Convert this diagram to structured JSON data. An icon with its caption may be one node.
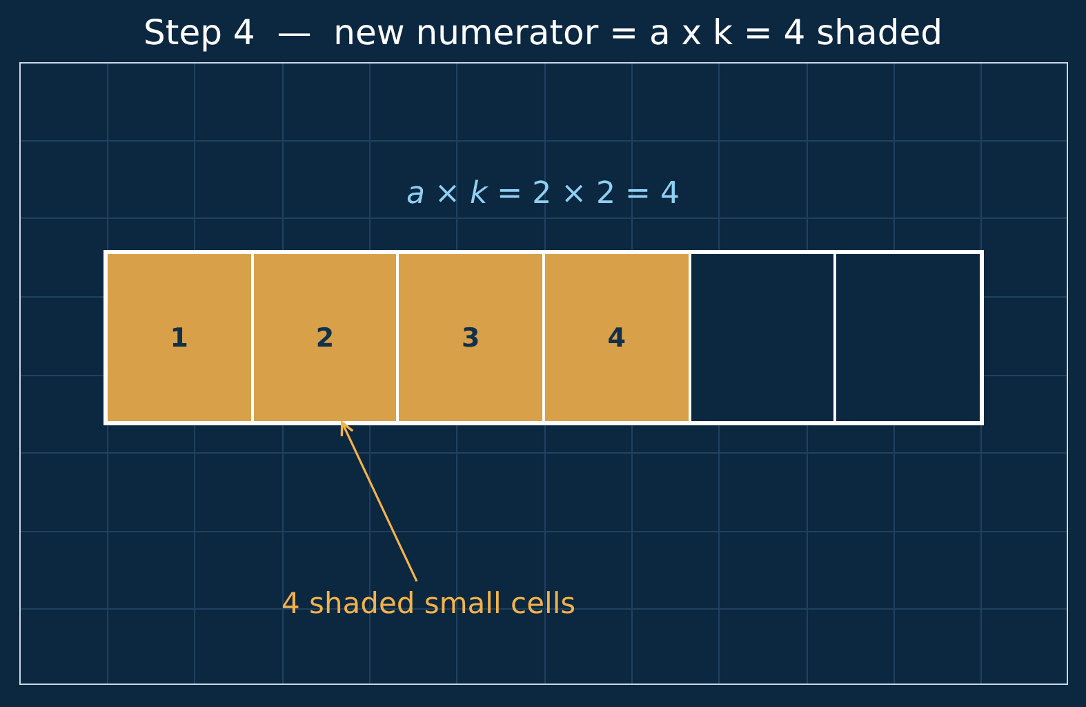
{
  "diagram": {
    "title": "Step 4  —  new numerator = a x k = 4 shaded",
    "nodes": [
      {
        "text": [
          "1"
        ]
      },
      {
        "text": [
          "2"
        ]
      },
      {
        "text": [
          "3"
        ]
      },
      {
        "text": [
          "4"
        ]
      },
      {
        "text": [],
        "shape": "box"
      },
      {
        "text": [],
        "shape": "box"
      },
      {
        "text": [
          "4 shaded small cells"
        ]
      }
    ],
    "edges": [
      {
        "from": 6,
        "to": 1,
        "arrow": "to"
      }
    ],
    "labels": [
      "*a* × *k* = 2 × 2 = 4"
    ]
  }
}
